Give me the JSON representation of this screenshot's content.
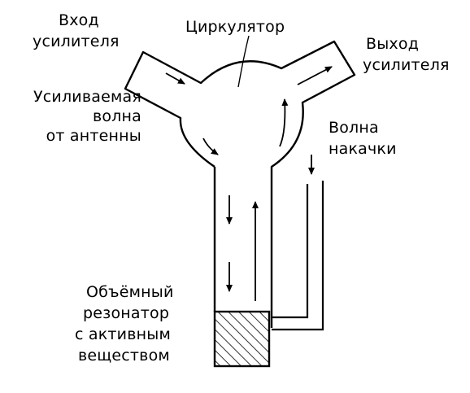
{
  "labels": {
    "input": {
      "line1": "Вход",
      "line2": "усилителя"
    },
    "circulator": "Циркулятор",
    "output": {
      "line1": "Выход",
      "line2": "усилителя"
    },
    "amplified_wave": {
      "line1": "Усиливаемая",
      "line2": "волна",
      "line3": "от антенны"
    },
    "pump_wave": {
      "line1": "Волна",
      "line2": "накачки"
    },
    "resonator": {
      "line1": "Объёмный",
      "line2": "резонатор",
      "line3": "с активным",
      "line4": "веществом"
    }
  },
  "colors": {
    "stroke": "#000000",
    "background": "#ffffff"
  }
}
